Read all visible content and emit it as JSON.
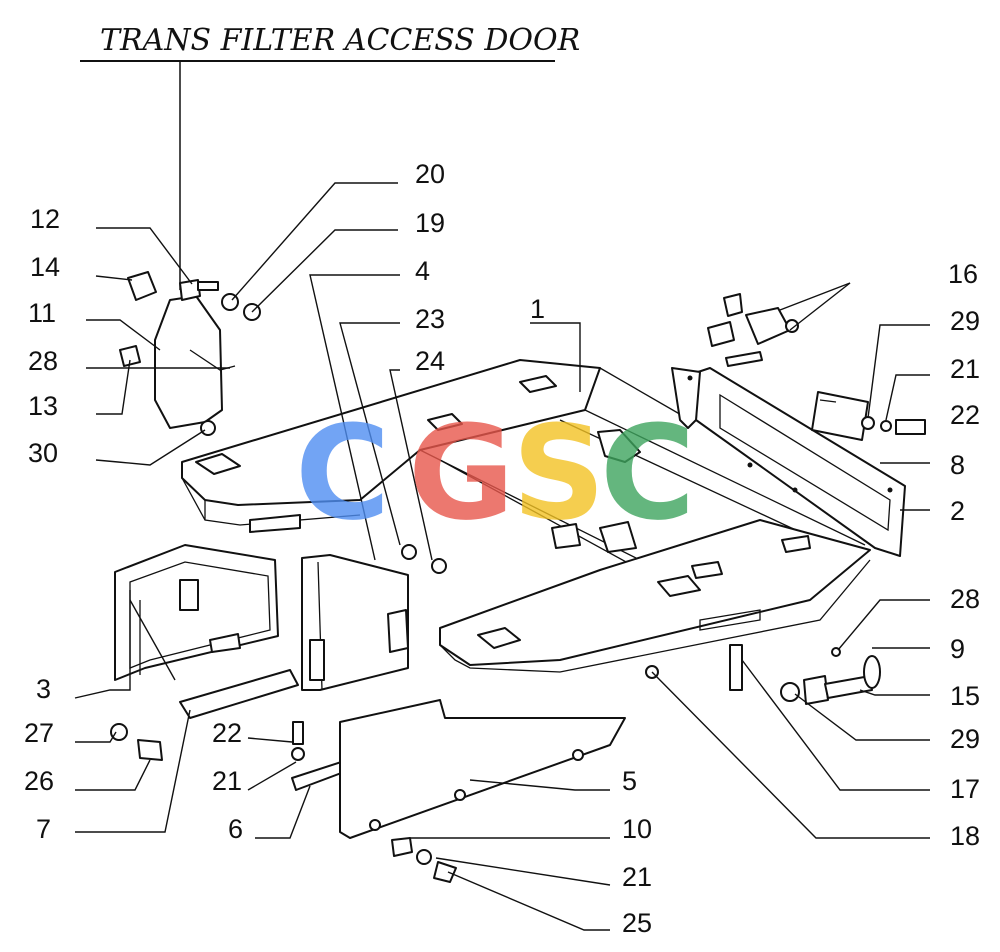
{
  "title": "TRANS FILTER ACCESS DOOR",
  "watermark": {
    "letters": [
      {
        "char": "C",
        "color": "#4f8ef2"
      },
      {
        "char": "G",
        "color": "#e8574c"
      },
      {
        "char": "S",
        "color": "#f3c224"
      },
      {
        "char": "C",
        "color": "#3ea55e"
      }
    ]
  },
  "callouts": [
    {
      "id": "c20",
      "text": "20"
    },
    {
      "id": "c19",
      "text": "19"
    },
    {
      "id": "c12",
      "text": "12"
    },
    {
      "id": "c14",
      "text": "14"
    },
    {
      "id": "c4",
      "text": "4"
    },
    {
      "id": "c23",
      "text": "23"
    },
    {
      "id": "c1",
      "text": "1"
    },
    {
      "id": "c16",
      "text": "16"
    },
    {
      "id": "c11",
      "text": "11"
    },
    {
      "id": "c24",
      "text": "24"
    },
    {
      "id": "c29a",
      "text": "29"
    },
    {
      "id": "c28a",
      "text": "28"
    },
    {
      "id": "c21a",
      "text": "21"
    },
    {
      "id": "c13",
      "text": "13"
    },
    {
      "id": "c22a",
      "text": "22"
    },
    {
      "id": "c30",
      "text": "30"
    },
    {
      "id": "c8",
      "text": "8"
    },
    {
      "id": "c2",
      "text": "2"
    },
    {
      "id": "c28b",
      "text": "28"
    },
    {
      "id": "c9",
      "text": "9"
    },
    {
      "id": "c3",
      "text": "3"
    },
    {
      "id": "c15",
      "text": "15"
    },
    {
      "id": "c27",
      "text": "27"
    },
    {
      "id": "c22b",
      "text": "22"
    },
    {
      "id": "c29b",
      "text": "29"
    },
    {
      "id": "c26",
      "text": "26"
    },
    {
      "id": "c21b",
      "text": "21"
    },
    {
      "id": "c5",
      "text": "5"
    },
    {
      "id": "c17",
      "text": "17"
    },
    {
      "id": "c7",
      "text": "7"
    },
    {
      "id": "c6",
      "text": "6"
    },
    {
      "id": "c10",
      "text": "10"
    },
    {
      "id": "c18",
      "text": "18"
    },
    {
      "id": "c21c",
      "text": "21"
    },
    {
      "id": "c25",
      "text": "25"
    }
  ]
}
